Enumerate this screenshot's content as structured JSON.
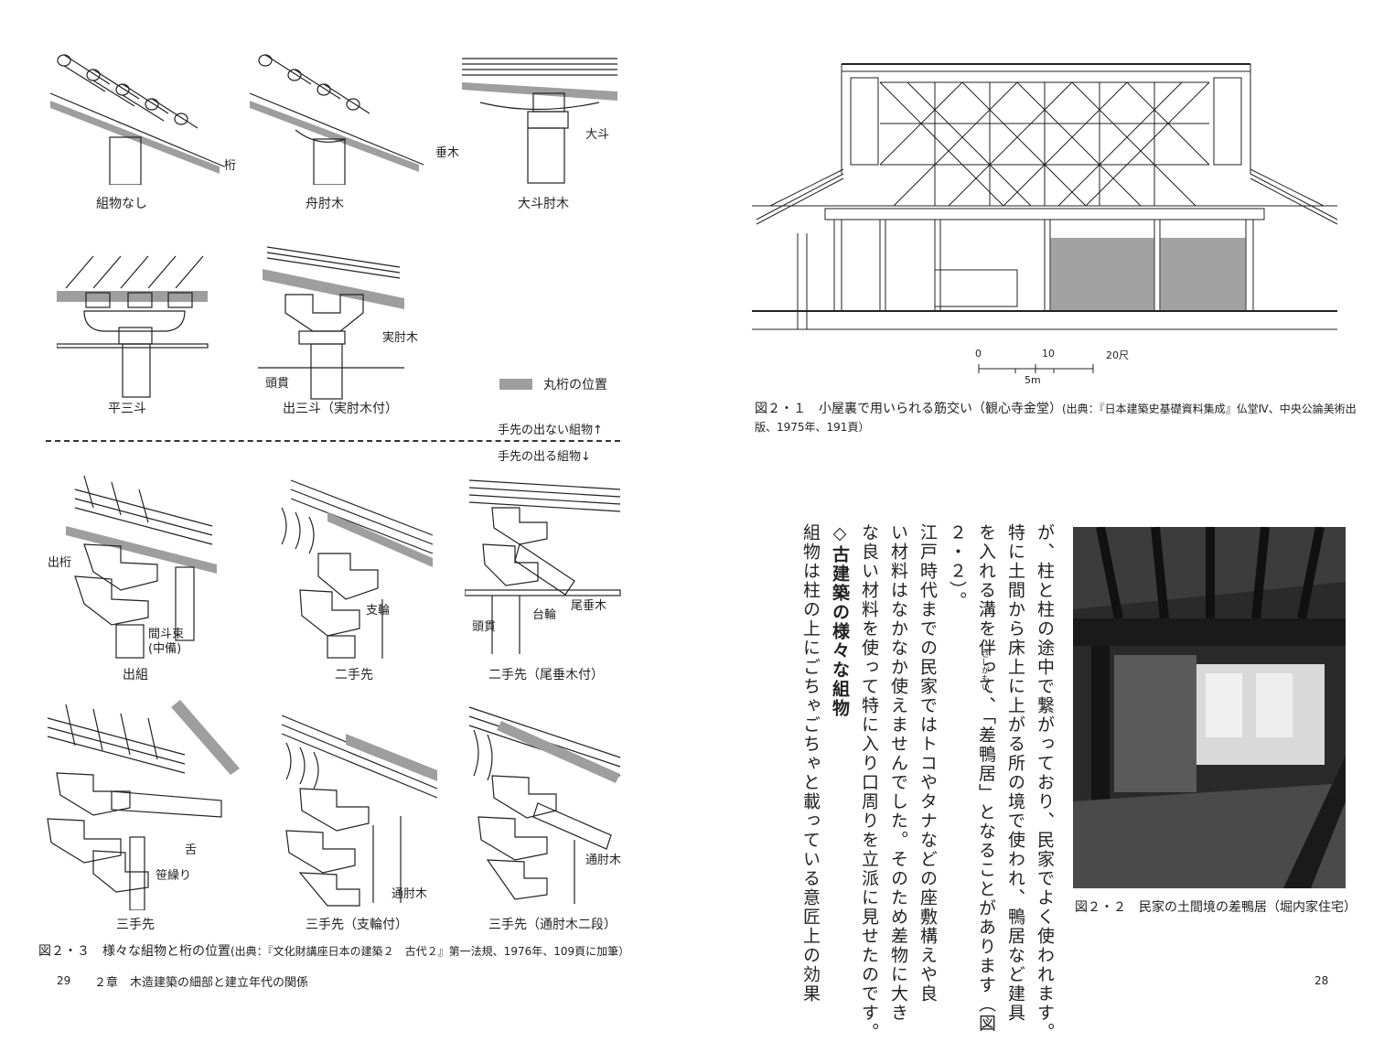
{
  "left_page": {
    "figure_labels": {
      "keta": "桁",
      "taruki": "垂木",
      "daito": "大斗",
      "sanehijiki": "実肘木",
      "hinuki": "頭貫",
      "dekata": "出桁",
      "mazuka": "間斗束",
      "mazuka_sub": "(中備)",
      "shirin": "支輪",
      "daiwa": "台輪",
      "odaruki": "尾垂木",
      "hinuki2": "頭貫",
      "shita": "舌",
      "sasaguri": "笹繰り",
      "torihijiki1": "通肘木",
      "torihijiki2": "通肘木"
    },
    "panel_captions": {
      "p1": "組物なし",
      "p2": "舟肘木",
      "p3": "大斗肘木",
      "p4": "平三斗",
      "p5": "出三斗（実肘木付）",
      "p6": "出組",
      "p7": "二手先",
      "p8": "二手先（尾垂木付）",
      "p9": "三手先",
      "p10": "三手先（支輪付）",
      "p11": "三手先（通肘木二段）"
    },
    "legend_label": "丸桁の位置",
    "divider_upper": "手先の出ない組物↑",
    "divider_lower": "手先の出る組物↓",
    "figure_caption_label": "図２・３　様々な組物と桁の位置",
    "figure_caption_source": "(出典：『文化財講座日本の建築２　古代２』第一法規、1976年、109頁に加筆）",
    "page_number": "29",
    "running_head": "２章　木造建築の細部と建立年代の関係"
  },
  "right_page": {
    "scale": {
      "t0": "0",
      "t10": "10",
      "t20": "20尺",
      "meter": "5m"
    },
    "fig21_label": "図２・１　小屋裏で用いられる筋交い（観心寺金堂）",
    "fig21_source_1": "(出典：『日本建築史基礎資料集成』仏堂Ⅳ、中央公論美術出",
    "fig21_source_2": "版、1975年、191頁）",
    "body_columns": [
      "が、柱と柱の途中で繋がっており、民家でよく使われます。",
      "特に土間から床上に上がる所の境で使われ、鴨居など建具",
      "を入れる溝を伴って、「差鴨居」となることがあります（図",
      "２・２）。",
      "江戸時代までの民家ではトコやタナなどの座敷構えや良",
      "い材料はなかなか使えませんでした。そのため差物に大き",
      "な良い材料を使って特に入り口周りを立派に見せたのです。",
      "◇古建築の様々な組物",
      "組物は柱の上にごちゃごちゃと載っている意匠上の効果"
    ],
    "ruby": "さしがもい",
    "fig22_caption": "図２・２　民家の土間境の差鴨居（堀内家住宅）",
    "page_number": "28"
  }
}
